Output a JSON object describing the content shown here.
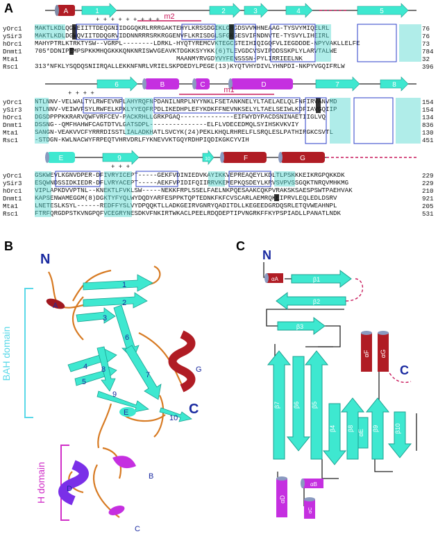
{
  "panels": {
    "a": "A",
    "b": "B",
    "c": "C"
  },
  "colors": {
    "strand": "#3ee8d0",
    "helix_red": "#b01c24",
    "helix_purple": "#c52fe0",
    "loop": "#cc6a1a",
    "motif": "#c8185a",
    "box": "#2a3ec8",
    "hl_cyan": "#4fd6cf",
    "hl_black": "#111111"
  },
  "alignment": {
    "blocks": [
      {
        "ss": [
          {
            "type": "helix",
            "label": "A",
            "color": "red"
          },
          {
            "type": "strand",
            "label": "1"
          },
          {
            "type": "strand",
            "label": "2"
          },
          {
            "type": "strand",
            "label": "3"
          },
          {
            "type": "strand",
            "label": "4"
          },
          {
            "type": "strand",
            "label": "5"
          }
        ],
        "motif": "m2",
        "rows": [
          {
            "name": "yOrc1",
            "seq": "MAKTLKDLQGWEIITTDEQGNIIDGGQKRLRRRGAKTEHYLKRSSDGIKLGRGDSVVMHNEAAG-TYSVYMIQELRL",
            "end": "76"
          },
          {
            "name": "ySir3",
            "seq": "MAKTLKDLDGWQVIITDDQGRVIDDNNRRRSRKRGGENVFLKRISDGLSFGKGESVIFNDNVTE-TYSVYLIHEIRL",
            "end": "76"
          },
          {
            "name": "hOrc1",
            "seq": "MAHYPTRLKTRKTYSW--VGRPL--------LDRKL-HYQTYREMCVKTEGCSTEIHIQIGQFVLIEGDDDE-NPYVAKLLELFE",
            "end": "73"
          },
          {
            "name": "Dnmt1",
            "seq": "705*DDNIPEMPSPKKMHQGKKKQNKNRISWVGEAVKTDGKKSYYKK(6)TLEVGDCVSVIPDDSSKPLYLARVTALWE",
            "end": "784"
          },
          {
            "name": "Mta1",
            "seq": "                                     MAANMYRVGDYVYFENSSSN-PYLIRRIEELNK",
            "end": "32"
          },
          {
            "name": "Rsc1",
            "seq": "313*NFKLYSQDQSNIIRQALLEKKNFNRLVRIELSKPDEDYLPEGE(13)KYQTVHYDIVLYHNPDI-NKPYVGQIFRLW",
            "end": "396"
          }
        ]
      },
      {
        "ss": [
          {
            "type": "strand",
            "label": "6"
          },
          {
            "type": "helix",
            "label": "B",
            "color": "purple"
          },
          {
            "type": "helix",
            "label": "C",
            "color": "purple"
          },
          {
            "type": "helix",
            "label": "D",
            "color": "purple"
          },
          {
            "type": "strand",
            "label": "7"
          },
          {
            "type": "strand",
            "label": "8"
          }
        ],
        "motif": "m1",
        "rows": [
          {
            "name": "yOrc1",
            "seq": "NTLNNV-VELWALTYLRWFEVNPLAHYRQFNPDANILNRPLNYYNKLFSETANKNELYLTAELAELQLFNFIRVANVMD",
            "end": "154"
          },
          {
            "name": "ySir3",
            "seq": "NTLNNV-VEIWVFSYLRWFELKPKLYYEQFRPDLIKEDHPLEFYKDKFFNEVNKSELYLTAELSEIWLKDFIAVGQIIP",
            "end": "154"
          },
          {
            "name": "hOrc1",
            "seq": "DGSDPPPKKRARVQWFVRFCEV-PACKRHLLGRKPGAQ--------------EIFWYDYPACDSNINAETIIGLVQ",
            "end": "134"
          },
          {
            "name": "Dnmt1",
            "seq": "DSSNG--QMFHAHWFCAGTDTVLGATSDPL---------------ELFLVDECEDMQLSYIHSKVKVIY",
            "end": "836"
          },
          {
            "name": "Mta1",
            "seq": "SANGN-VEAKVVCFYRRRDISSTLIALADKHATLSVCYK(24)PEKLKHQLRHRELFLSRQLESLPATHIRGKCSVTL",
            "end": "130"
          },
          {
            "name": "Rsc1",
            "seq": "-STDGN-KWLNACWYFRPEQTVHRVDRLFYKNEVVKTGQYRDHPIQDIKGKCYVIH",
            "end": "451"
          }
        ]
      },
      {
        "ss": [
          {
            "type": "helix",
            "label": "E",
            "color": "cyan"
          },
          {
            "type": "strand",
            "label": "9"
          },
          {
            "type": "strand",
            "label": "10"
          },
          {
            "type": "helix",
            "label": "F",
            "color": "red"
          },
          {
            "type": "helix",
            "label": "G",
            "color": "red"
          }
        ],
        "rows": [
          {
            "name": "yOrc1",
            "seq": "GSKWEVLKGNVDPER-DFIVRYICEPT-----GEKFVDINIEDVKAYIKKVEPREAQEYLKDLTLPSKKKEIKRGPQKKDK",
            "end": "229"
          },
          {
            "name": "ySir3",
            "seq": "ESQWNDSSIDKIEDR-DFLVRYACEPT-----AEKFVPIDIFQIIRRVKEMEPKQSDEYLKRVSVPVSSGQKTNRQVMHKMG",
            "end": "229"
          },
          {
            "name": "hOrc1",
            "seq": "VIPLAPKDVVPTNL--KNEKTLFVKLSW-----NEKKFRPLSSELFAELNKPQESAAKCQKPVRAKSKSAESPSWTPAEHVAK",
            "end": "210"
          },
          {
            "name": "Dnmt1",
            "seq": "KAPSENWAMEGGM(8)DGKTYFYQLWYDQDYARFESPPKTQPTEDNKFKFCVSCARLAEMRQKEIPRVLEQLEDLDSRV",
            "end": "921"
          },
          {
            "name": "Mta1",
            "seq": "LNETESLKSYL------REDFFYSLVYDPQQKTLLADKGEIRVGNRYQADITDLLKEGEEDGRDQSRLETQVWEAHNPL",
            "end": "205"
          },
          {
            "name": "Rsc1",
            "seq": "FTRFQRGDPSTKVNGPQFVCEGRYNESDKVFNKIRTWKACLPEELRDQDEPTIPVNGRKFFKYPSPIADLLPANATLNDK",
            "end": "531"
          }
        ]
      }
    ]
  },
  "structure": {
    "n_label": "N",
    "c_label": "C",
    "bah_domain_label": "BAH domain",
    "h_domain_label": "H domain",
    "helices": [
      "A",
      "G",
      "B",
      "C",
      "D",
      "E"
    ],
    "strands": [
      "1",
      "2",
      "3",
      "4",
      "5",
      "6",
      "7",
      "8",
      "9",
      "10"
    ]
  },
  "topology": {
    "n_label": "N",
    "c_label": "C",
    "elements": [
      "αA",
      "β1",
      "β2",
      "β3",
      "β7",
      "β6",
      "β5",
      "β4",
      "β8",
      "αE",
      "β9",
      "β10",
      "αF",
      "αG",
      "αD",
      "αB",
      "αC"
    ]
  }
}
